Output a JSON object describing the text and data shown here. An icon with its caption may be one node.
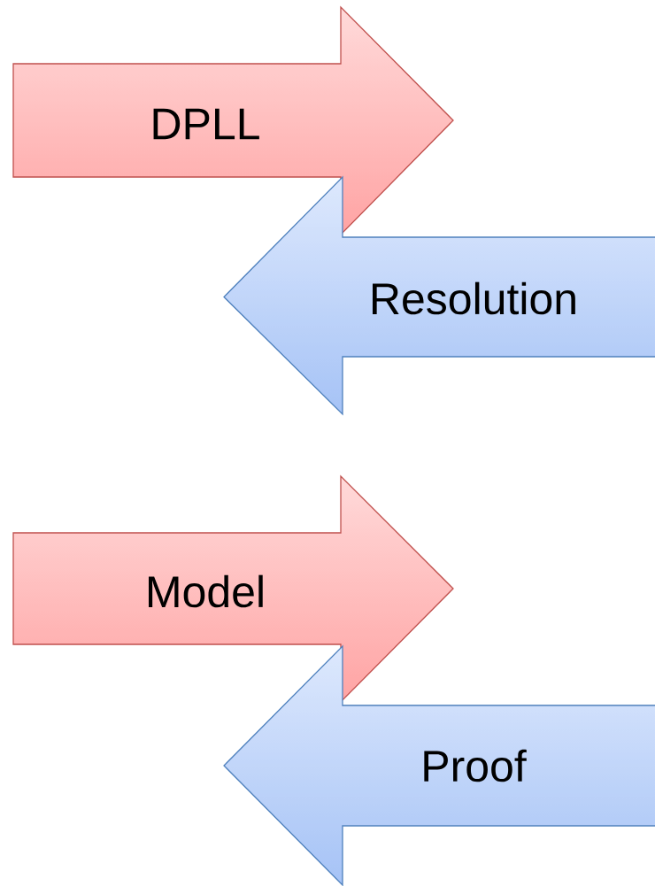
{
  "diagram": {
    "nodes": [
      {
        "text": [
          "DPLL"
        ]
      },
      {
        "text": [
          "Resolution"
        ]
      },
      {
        "text": [
          "Model"
        ]
      },
      {
        "text": [
          "Proof"
        ]
      }
    ]
  }
}
